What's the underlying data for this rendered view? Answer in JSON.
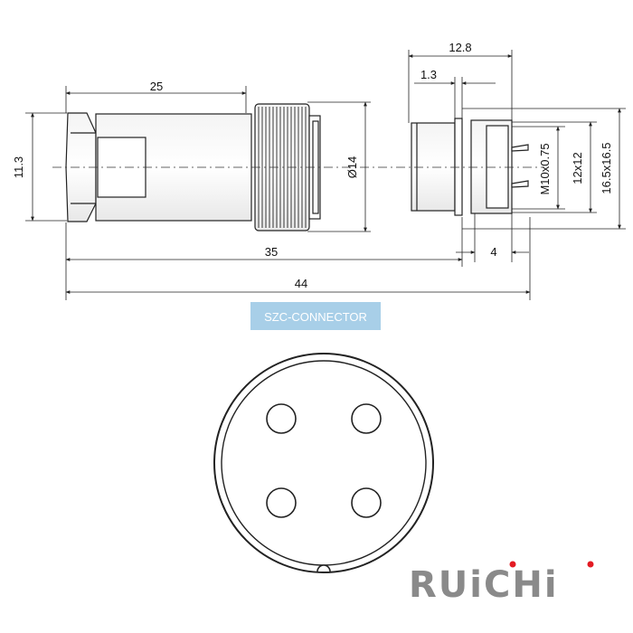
{
  "dimensions": {
    "body_length": "25",
    "height_left": "11.3",
    "diameter": "Ø14",
    "overall_35": "35",
    "overall_44": "44",
    "panel_width": "12.8",
    "flange": "1.3",
    "thread": "M10x0.75",
    "square_small": "12x12",
    "square_large": "16.5x16.5",
    "nut_width": "4"
  },
  "label": "SZC-CONNECTOR",
  "brand": {
    "text": "RUiCHi",
    "color": "#8a8a8a",
    "accent_color": "#e31b23"
  },
  "colors": {
    "badge": "#a8cfe8",
    "line": "#222222"
  },
  "pins": 4
}
